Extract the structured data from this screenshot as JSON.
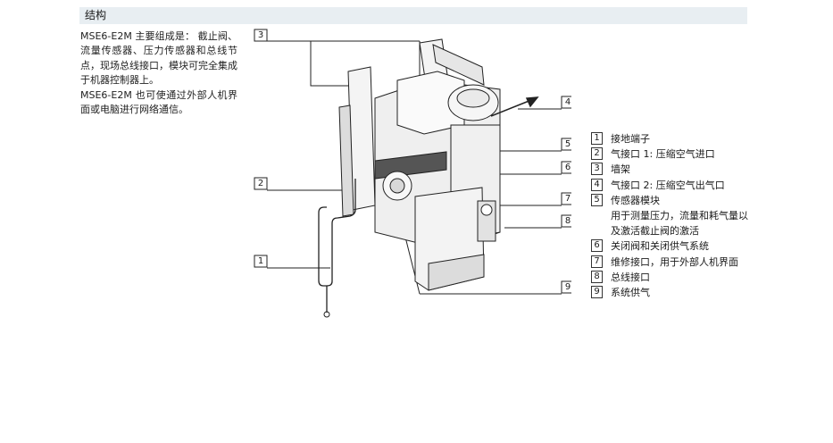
{
  "header": {
    "title": "结构"
  },
  "intro": {
    "line1": "MSE6-E2M 主要组成是：  截止阀、流量传感器、压力传感器和总线节点，现场总线接口，模块可完全集成于机器控制器上。",
    "line2": "MSE6-E2M 也可使通过外部人机界面或电脑进行网络通信。"
  },
  "callouts": [
    "3",
    "2",
    "1",
    "4",
    "5",
    "6",
    "7",
    "8",
    "9"
  ],
  "legend": [
    {
      "num": "1",
      "text": "接地端子"
    },
    {
      "num": "2",
      "text": "气接口 1:  压缩空气进口"
    },
    {
      "num": "3",
      "text": "墙架"
    },
    {
      "num": "4",
      "text": "气接口 2:  压缩空气出气口"
    },
    {
      "num": "5",
      "text": "传感器模块",
      "sub": "用于测量压力，流量和耗气量以及激活截止阀的激活"
    },
    {
      "num": "6",
      "text": "关闭阀和关闭供气系统"
    },
    {
      "num": "7",
      "text": "维修接口，用于外部人机界面"
    },
    {
      "num": "8",
      "text": "总线接口"
    },
    {
      "num": "9",
      "text": "系统供气"
    }
  ],
  "colors": {
    "header_bg": "#e8eef2",
    "line": "#222222",
    "device_fill": "#f2f2f2"
  }
}
